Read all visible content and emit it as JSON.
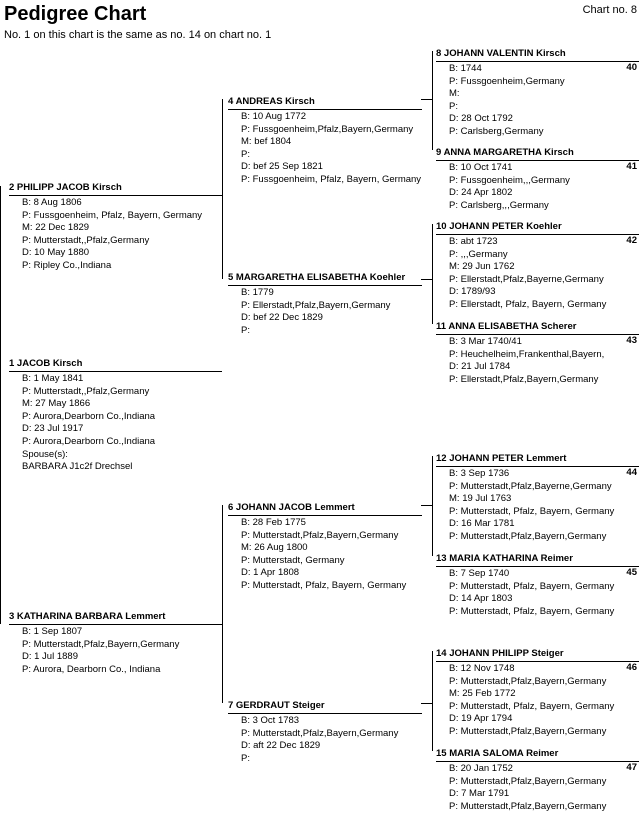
{
  "header": {
    "title": "Pedigree Chart",
    "subtitle": "No. 1 on this chart is the same as no. 14 on chart no. 1",
    "chart_no": "Chart no. 8"
  },
  "labels": {
    "spouse_label": "Spouse(s):"
  },
  "people": [
    {
      "id": "1",
      "name": "1 JACOB Kirsch",
      "lines": [
        "B: 1 May 1841",
        "P: Mutterstadt,,Pfalz,Germany",
        "M: 27 May 1866",
        "P: Aurora,Dearborn Co.,Indiana",
        "D: 23 Jul 1917",
        "P: Aurora,Dearborn Co.,Indiana",
        "Spouse(s):",
        "BARBARA J1c2f Drechsel"
      ],
      "refno": ""
    },
    {
      "id": "2",
      "name": "2 PHILIPP JACOB Kirsch",
      "lines": [
        "B: 8 Aug 1806",
        "P: Fussgoenheim, Pfalz, Bayern, Germany",
        "M: 22 Dec 1829",
        "P: Mutterstadt,,Pfalz,Germany",
        "D: 10 May 1880",
        "P: Ripley Co.,Indiana"
      ],
      "refno": ""
    },
    {
      "id": "3",
      "name": "3 KATHARINA BARBARA Lemmert",
      "lines": [
        "B: 1 Sep 1807",
        "P: Mutterstadt,Pfalz,Bayern,Germany",
        "D: 1 Jul 1889",
        "P: Aurora, Dearborn Co., Indiana"
      ],
      "refno": ""
    },
    {
      "id": "4",
      "name": "4 ANDREAS Kirsch",
      "lines": [
        "B: 10 Aug 1772",
        "P: Fussgoenheim,Pfalz,Bayern,Germany",
        "M: bef 1804",
        "P:",
        "D: bef 25 Sep 1821",
        "P: Fussgoenheim, Pfalz, Bayern, Germany"
      ],
      "refno": ""
    },
    {
      "id": "5",
      "name": "5 MARGARETHA ELISABETHA Koehler",
      "lines": [
        "B: 1779",
        "P: Ellerstadt,Pfalz,Bayern,Germany",
        "D: bef 22 Dec 1829",
        "P:"
      ],
      "refno": ""
    },
    {
      "id": "6",
      "name": "6 JOHANN JACOB Lemmert",
      "lines": [
        "B: 28 Feb 1775",
        "P: Mutterstadt,Pfalz,Bayern,Germany",
        "M: 26 Aug 1800",
        "P: Mutterstadt, Germany",
        "D: 1 Apr 1808",
        "P: Mutterstadt, Pfalz, Bayern, Germany"
      ],
      "refno": ""
    },
    {
      "id": "7",
      "name": "7 GERDRAUT Steiger",
      "lines": [
        "B: 3 Oct 1783",
        "P: Mutterstadt,Pfalz,Bayern,Germany",
        "D: aft 22 Dec 1829",
        "P:"
      ],
      "refno": ""
    },
    {
      "id": "8",
      "name": "8 JOHANN VALENTIN Kirsch",
      "lines": [
        "B: 1744",
        "P: Fussgoenheim,Germany",
        "M:",
        "P:",
        "D: 28 Oct 1792",
        "P: Carlsberg,Germany"
      ],
      "refno": "40"
    },
    {
      "id": "9",
      "name": "9 ANNA MARGARETHA Kirsch",
      "lines": [
        "B: 10 Oct 1741",
        "P: Fussgoenheim,,,Germany",
        "D: 24 Apr 1802",
        "P: Carlsberg,,,Germany"
      ],
      "refno": "41"
    },
    {
      "id": "10",
      "name": "10 JOHANN PETER Koehler",
      "lines": [
        "B: abt 1723",
        "P: ,,,Germany",
        "M: 29 Jun 1762",
        "P: Ellerstadt,Pfalz,Bayerne,Germany",
        "D: 1789/93",
        "P: Ellerstadt, Pfalz, Bayern, Germany"
      ],
      "refno": "42"
    },
    {
      "id": "11",
      "name": "11 ANNA ELISABETHA Scherer",
      "lines": [
        "B: 3 Mar 1740/41",
        "P: Heuchelheim,Frankenthal,Bayern,",
        "D: 21 Jul 1784",
        "P: Ellerstadt,Pfalz,Bayern,Germany"
      ],
      "refno": "43"
    },
    {
      "id": "12",
      "name": "12 JOHANN PETER Lemmert",
      "lines": [
        "B: 3 Sep 1736",
        "P: Mutterstadt,Pfalz,Bayerne,Germany",
        "M: 19 Jul 1763",
        "P: Mutterstadt, Pfalz, Bayern, Germany",
        "D: 16 Mar 1781",
        "P: Mutterstadt,Pfalz,Bayern,Germany"
      ],
      "refno": "44"
    },
    {
      "id": "13",
      "name": "13 MARIA KATHARINA Reimer",
      "lines": [
        "B: 7 Sep 1740",
        "P: Mutterstadt, Pfalz, Bayern, Germany",
        "D: 14 Apr 1803",
        "P: Mutterstadt, Pfalz, Bayern, Germany"
      ],
      "refno": "45"
    },
    {
      "id": "14",
      "name": "14 JOHANN PHILIPP Steiger",
      "lines": [
        "B: 12 Nov 1748",
        "P: Mutterstadt,Pfalz,Bayern,Germany",
        "M: 25 Feb 1772",
        "P: Mutterstadt, Pfalz, Bayern, Germany",
        "D: 19 Apr 1794",
        "P: Mutterstadt,Pfalz,Bayern,Germany"
      ],
      "refno": "46"
    },
    {
      "id": "15",
      "name": "15 MARIA SALOMA Reimer",
      "lines": [
        "B: 20 Jan 1752",
        "P: Mutterstadt,Pfalz,Bayern,Germany",
        "D: 7 Mar 1791",
        "P: Mutterstadt,Pfalz,Bayern,Germany"
      ],
      "refno": "47"
    }
  ]
}
